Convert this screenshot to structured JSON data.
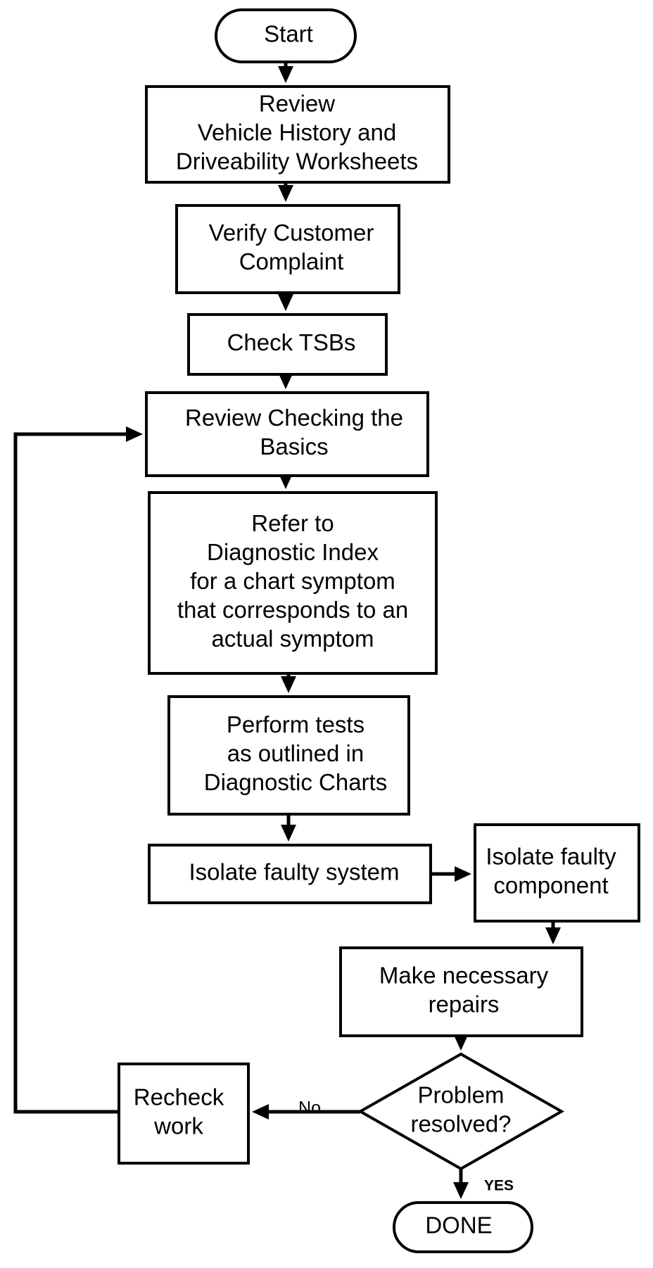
{
  "nodes": [
    {
      "id": "start",
      "shape": "terminal",
      "lines": [
        "Start"
      ]
    },
    {
      "id": "review-history",
      "shape": "process",
      "lines": [
        "Review",
        "Vehicle History and",
        "Driveability Worksheets"
      ]
    },
    {
      "id": "verify-complaint",
      "shape": "process",
      "lines": [
        "Verify Customer",
        "Complaint"
      ]
    },
    {
      "id": "check-tsbs",
      "shape": "process",
      "lines": [
        "Check TSBs"
      ]
    },
    {
      "id": "review-basics",
      "shape": "process",
      "lines": [
        "Review Checking the",
        "Basics"
      ]
    },
    {
      "id": "diagnostic-index",
      "shape": "process",
      "lines": [
        "Refer to",
        "Diagnostic Index",
        "for a chart symptom",
        "that corresponds to an",
        "actual symptom"
      ]
    },
    {
      "id": "perform-tests",
      "shape": "process",
      "lines": [
        "Perform tests",
        "as outlined in",
        "Diagnostic Charts"
      ]
    },
    {
      "id": "isolate-system",
      "shape": "process",
      "lines": [
        "Isolate faulty system"
      ]
    },
    {
      "id": "isolate-component",
      "shape": "process",
      "lines": [
        "Isolate faulty",
        "component"
      ]
    },
    {
      "id": "make-repairs",
      "shape": "process",
      "lines": [
        "Make necessary",
        "repairs"
      ]
    },
    {
      "id": "problem-resolved",
      "shape": "decision",
      "lines": [
        "Problem",
        "resolved?"
      ]
    },
    {
      "id": "recheck-work",
      "shape": "process",
      "lines": [
        "Recheck",
        "work"
      ]
    },
    {
      "id": "done",
      "shape": "terminal",
      "lines": [
        "DONE"
      ]
    }
  ],
  "edges": [
    {
      "from": "start",
      "to": "review-history"
    },
    {
      "from": "review-history",
      "to": "verify-complaint"
    },
    {
      "from": "verify-complaint",
      "to": "check-tsbs"
    },
    {
      "from": "check-tsbs",
      "to": "review-basics"
    },
    {
      "from": "review-basics",
      "to": "diagnostic-index"
    },
    {
      "from": "diagnostic-index",
      "to": "perform-tests"
    },
    {
      "from": "perform-tests",
      "to": "isolate-system"
    },
    {
      "from": "isolate-system",
      "to": "isolate-component"
    },
    {
      "from": "isolate-component",
      "to": "make-repairs"
    },
    {
      "from": "make-repairs",
      "to": "problem-resolved"
    },
    {
      "from": "problem-resolved",
      "to": "recheck-work",
      "label": "No"
    },
    {
      "from": "problem-resolved",
      "to": "done",
      "label": "YES"
    },
    {
      "from": "recheck-work",
      "to": "review-basics"
    }
  ]
}
